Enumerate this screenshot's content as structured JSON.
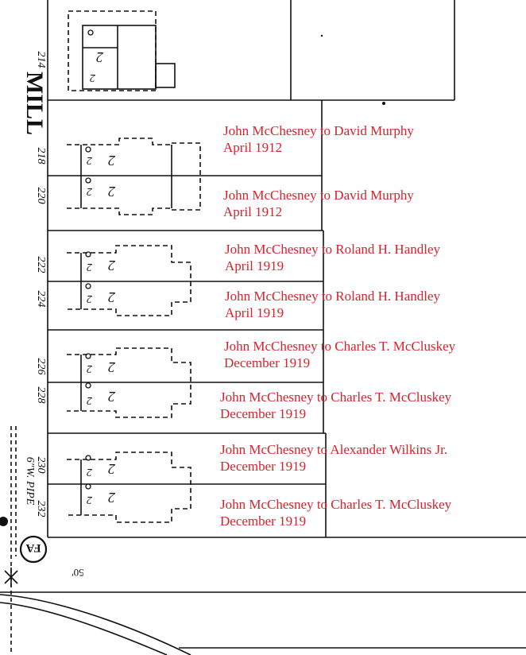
{
  "map": {
    "street_name": "MILL",
    "pipe_label": "6\"W. PIPE",
    "hydrant_label": "FA",
    "misc_mark": "50'",
    "lots": [
      {
        "number": "214",
        "dwelling_mark": "2",
        "story_mark": "2"
      },
      {
        "number": "218",
        "dwelling_mark": "2",
        "story_mark": "2"
      },
      {
        "number": "220",
        "dwelling_mark": "2",
        "story_mark": "2"
      },
      {
        "number": "222",
        "dwelling_mark": "2",
        "story_mark": "2"
      },
      {
        "number": "224",
        "dwelling_mark": "2",
        "story_mark": "2"
      },
      {
        "number": "226",
        "dwelling_mark": "2",
        "story_mark": "2"
      },
      {
        "number": "228",
        "dwelling_mark": "2",
        "story_mark": "2"
      },
      {
        "number": "230",
        "dwelling_mark": "2",
        "story_mark": "2"
      },
      {
        "number": "232",
        "dwelling_mark": "2",
        "story_mark": "2"
      }
    ]
  },
  "annotations": [
    {
      "transfer": "John McChesney to David Murphy",
      "date": "April 1912"
    },
    {
      "transfer": "John McChesney to David Murphy",
      "date": "April 1912"
    },
    {
      "transfer": "John McChesney to Roland H. Handley",
      "date": "April 1919"
    },
    {
      "transfer": "John McChesney to Roland H. Handley",
      "date": "April 1919"
    },
    {
      "transfer": "John McChesney to Charles T. McCluskey",
      "date": "December 1919"
    },
    {
      "transfer": "John McChesney to Charles T. McCluskey",
      "date": "December 1919"
    },
    {
      "transfer": "John McChesney to Alexander Wilkins Jr.",
      "date": "December 1919"
    },
    {
      "transfer": "John McChesney to Charles T. McCluskey",
      "date": "December 1919"
    }
  ],
  "colors": {
    "ink": "#111111",
    "annotation": "#d8222b",
    "paper": "#ffffff"
  }
}
